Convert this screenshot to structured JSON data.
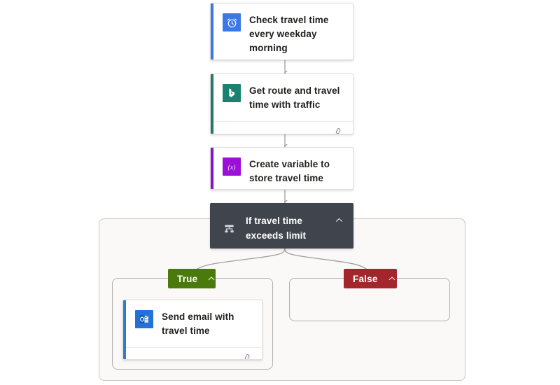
{
  "diagram": {
    "type": "power-automate-flow",
    "background_color": "#ffffff",
    "nodes": [
      {
        "id": "trigger",
        "title": "Check travel time every weekday morning",
        "icon": "alarm-clock-icon",
        "icon_bg": "#3a78e7",
        "accent_color": "#3a78e7",
        "has_footer": false
      },
      {
        "id": "bing-maps",
        "title": "Get route and travel time with traffic",
        "icon": "bing-icon",
        "icon_bg": "#1b8271",
        "accent_color": "#217a6b",
        "has_footer": true,
        "footer_icon": "link-chain-icon"
      },
      {
        "id": "init-variable",
        "title": "Create variable to store travel time",
        "icon": "variable-braces-icon",
        "icon_bg": "#9b0fd6",
        "accent_color": "#8a0fd1",
        "has_footer": false
      },
      {
        "id": "send-email",
        "title": "Send email with travel time",
        "icon": "outlook-icon",
        "icon_bg": "#2372d8",
        "accent_color": "#2b7cd3",
        "has_footer": true,
        "footer_icon": "link-chain-icon"
      }
    ],
    "condition": {
      "id": "condition",
      "title": "If travel time exceeds limit",
      "icon": "control-branch-icon",
      "background_color": "#3f444d",
      "chevron": "chevron-up-icon"
    },
    "branches": [
      {
        "id": "true-branch",
        "label": "True",
        "color": "#4a7a0b",
        "chevron": "chevron-up-icon",
        "empty": false
      },
      {
        "id": "false-branch",
        "label": "False",
        "color": "#a3262c",
        "chevron": "chevron-up-icon",
        "empty": true
      }
    ],
    "connectors": {
      "color": "#a19f9d",
      "style": "straight-arrow-and-curved-fan"
    }
  }
}
